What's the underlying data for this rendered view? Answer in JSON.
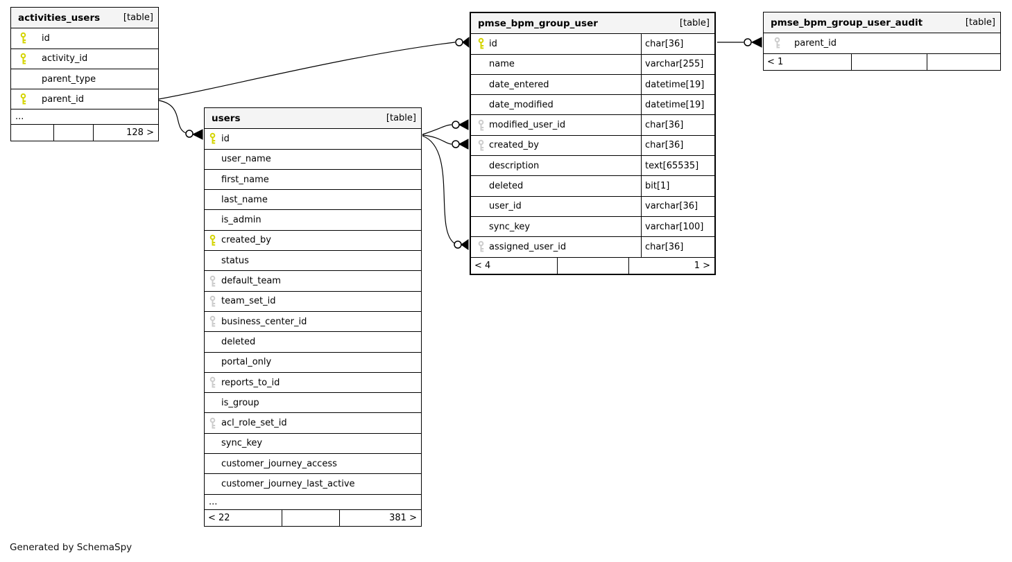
{
  "generator_label": "Generated by SchemaSpy",
  "colors": {
    "primary_key": "#d4d400",
    "foreign_key": "#cccccc",
    "header_bg": "#f4f4f4",
    "border": "#000000"
  },
  "tables": [
    {
      "id": "activities_users",
      "title": "activities_users",
      "tag": "[table]",
      "columns": [
        {
          "name": "id",
          "key": "primary"
        },
        {
          "name": "activity_id",
          "key": "primary"
        },
        {
          "name": "parent_type",
          "key": ""
        },
        {
          "name": "parent_id",
          "key": "primary"
        }
      ],
      "ellipsis": "...",
      "footer": [
        "",
        "",
        "128 >"
      ]
    },
    {
      "id": "users",
      "title": "users",
      "tag": "[table]",
      "columns": [
        {
          "name": "id",
          "key": "primary"
        },
        {
          "name": "user_name",
          "key": ""
        },
        {
          "name": "first_name",
          "key": ""
        },
        {
          "name": "last_name",
          "key": ""
        },
        {
          "name": "is_admin",
          "key": ""
        },
        {
          "name": "created_by",
          "key": "primary"
        },
        {
          "name": "status",
          "key": ""
        },
        {
          "name": "default_team",
          "key": "foreign"
        },
        {
          "name": "team_set_id",
          "key": "foreign"
        },
        {
          "name": "business_center_id",
          "key": "foreign"
        },
        {
          "name": "deleted",
          "key": ""
        },
        {
          "name": "portal_only",
          "key": ""
        },
        {
          "name": "reports_to_id",
          "key": "foreign"
        },
        {
          "name": "is_group",
          "key": ""
        },
        {
          "name": "acl_role_set_id",
          "key": "foreign"
        },
        {
          "name": "sync_key",
          "key": ""
        },
        {
          "name": "customer_journey_access",
          "key": ""
        },
        {
          "name": "customer_journey_last_active",
          "key": ""
        }
      ],
      "ellipsis": "...",
      "footer": [
        "< 22",
        "",
        "381 >"
      ]
    },
    {
      "id": "pmse_bpm_group_user",
      "title": "pmse_bpm_group_user",
      "tag": "[table]",
      "columns": [
        {
          "name": "id",
          "key": "primary",
          "type": "char[36]"
        },
        {
          "name": "name",
          "key": "",
          "type": "varchar[255]"
        },
        {
          "name": "date_entered",
          "key": "",
          "type": "datetime[19]"
        },
        {
          "name": "date_modified",
          "key": "",
          "type": "datetime[19]"
        },
        {
          "name": "modified_user_id",
          "key": "foreign",
          "type": "char[36]"
        },
        {
          "name": "created_by",
          "key": "foreign",
          "type": "char[36]"
        },
        {
          "name": "description",
          "key": "",
          "type": "text[65535]"
        },
        {
          "name": "deleted",
          "key": "",
          "type": "bit[1]"
        },
        {
          "name": "user_id",
          "key": "",
          "type": "varchar[36]"
        },
        {
          "name": "sync_key",
          "key": "",
          "type": "varchar[100]"
        },
        {
          "name": "assigned_user_id",
          "key": "foreign",
          "type": "char[36]"
        }
      ],
      "footer": [
        "< 4",
        "",
        "1 >"
      ]
    },
    {
      "id": "pmse_bpm_group_user_audit",
      "title": "pmse_bpm_group_user_audit",
      "tag": "[table]",
      "columns": [
        {
          "name": "parent_id",
          "key": "foreign"
        }
      ],
      "footer": [
        "< 1",
        "",
        ""
      ]
    }
  ],
  "relationships": [
    {
      "from": "activities_users.parent_id",
      "to": "pmse_bpm_group_user.id"
    },
    {
      "from": "activities_users.parent_id",
      "to": "users.id"
    },
    {
      "from": "users.id",
      "to": "pmse_bpm_group_user.modified_user_id"
    },
    {
      "from": "users.id",
      "to": "pmse_bpm_group_user.created_by"
    },
    {
      "from": "users.id",
      "to": "pmse_bpm_group_user.assigned_user_id"
    },
    {
      "from": "pmse_bpm_group_user.id",
      "to": "pmse_bpm_group_user_audit.parent_id"
    }
  ]
}
